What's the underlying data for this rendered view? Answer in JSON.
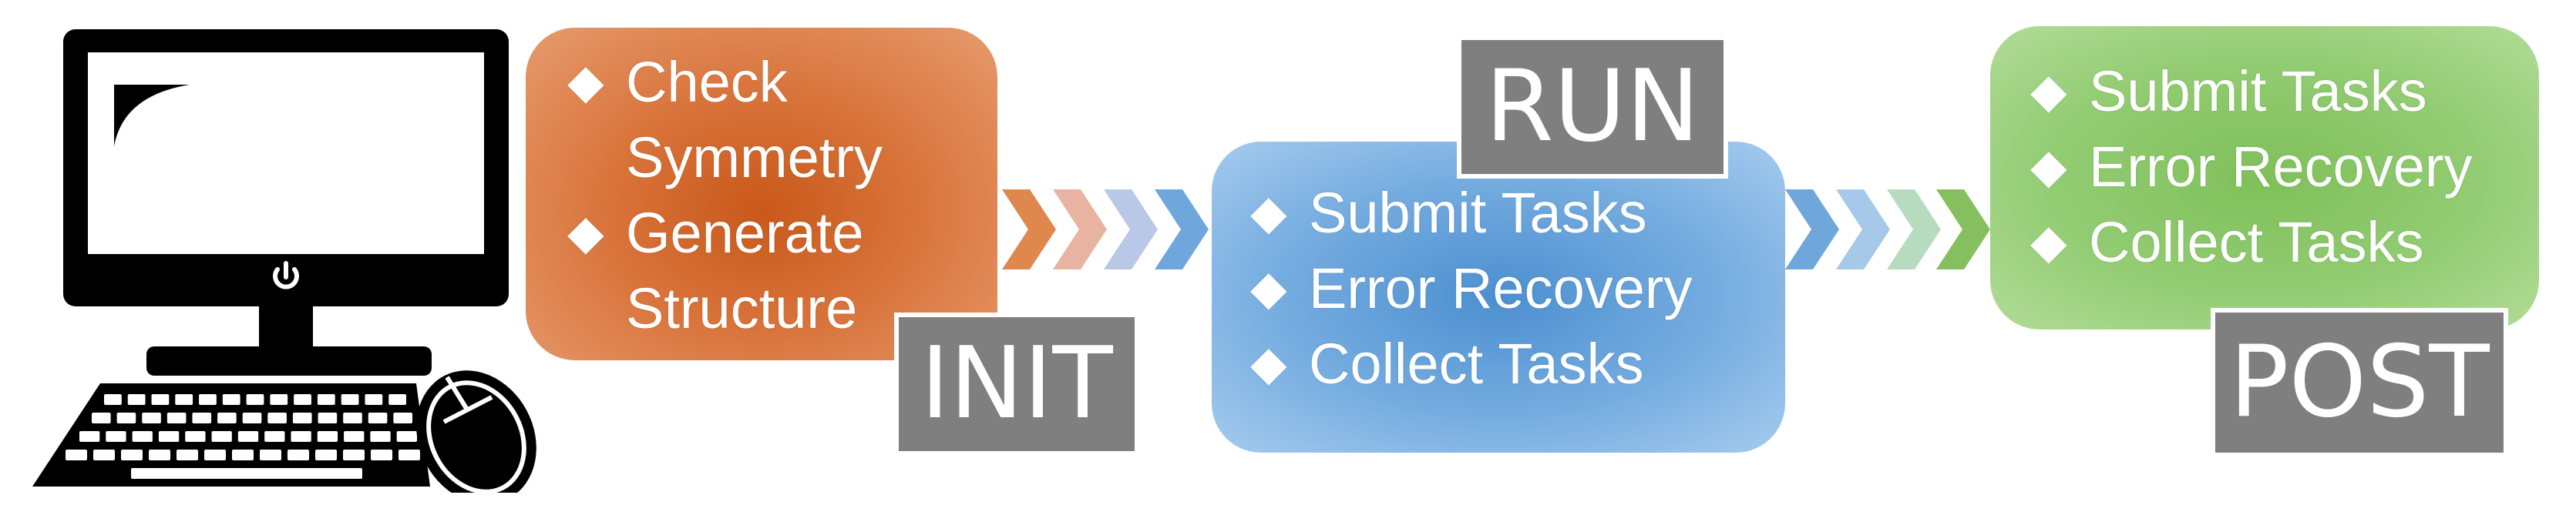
{
  "stages": [
    {
      "label": "INIT",
      "items": [
        {
          "lines": [
            "Check",
            "Symmetry"
          ]
        },
        {
          "lines": [
            "Generate",
            "Structure"
          ]
        }
      ]
    },
    {
      "label": "RUN",
      "items": [
        {
          "lines": [
            "Submit Tasks"
          ]
        },
        {
          "lines": [
            "Error Recovery"
          ]
        },
        {
          "lines": [
            "Collect Tasks"
          ]
        }
      ]
    },
    {
      "label": "POST",
      "items": [
        {
          "lines": [
            "Submit Tasks"
          ]
        },
        {
          "lines": [
            "Error Recovery"
          ]
        },
        {
          "lines": [
            "Collect Tasks"
          ]
        }
      ]
    }
  ],
  "bullet_glyph": "◆",
  "colors": {
    "init": "#d8733a",
    "run": "#76ade0",
    "post": "#93cc73",
    "label_bg": "#7f7f7f",
    "icon": "#000000"
  },
  "icons": [
    "computer-icon",
    "mouse-icon",
    "keyboard-icon",
    "power-icon",
    "chevron-arrow-icon"
  ]
}
